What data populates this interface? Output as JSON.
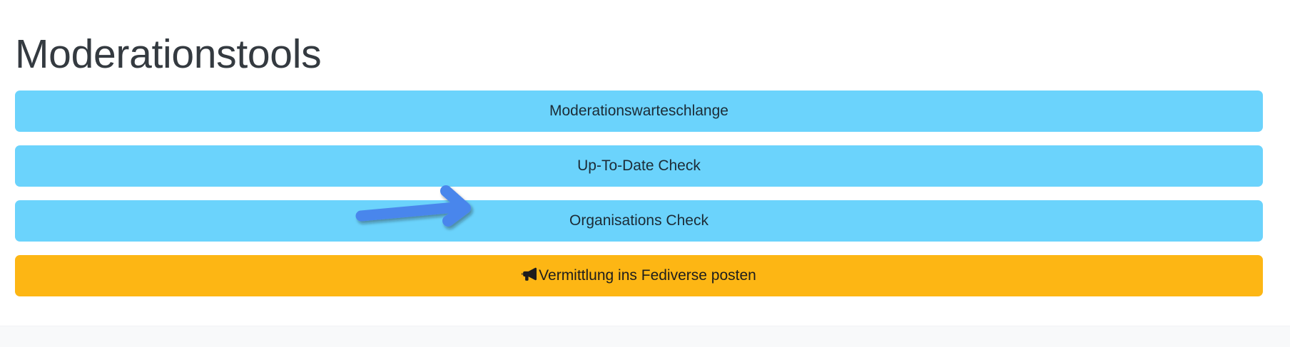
{
  "page": {
    "title": "Moderationstools",
    "title_color": "#343a40",
    "background_color": "#ffffff",
    "footer_color": "#f8f9fa"
  },
  "buttons": [
    {
      "label": "Moderationswarteschlange",
      "style": "info",
      "background_color": "#6bd3fc",
      "text_color": "#1c2b36",
      "icon": null
    },
    {
      "label": "Up-To-Date Check",
      "style": "info",
      "background_color": "#6bd3fc",
      "text_color": "#1c2b36",
      "icon": null
    },
    {
      "label": "Organisations Check",
      "style": "info",
      "background_color": "#6bd3fc",
      "text_color": "#1c2b36",
      "icon": null
    },
    {
      "label": "Vermittlung ins Fediverse posten",
      "style": "warning",
      "background_color": "#fdb614",
      "text_color": "#1d1d1d",
      "icon": "bullhorn-icon"
    }
  ],
  "annotation": {
    "type": "arrow",
    "points_to": "Organisations Check",
    "color": "#4a86ec",
    "direction": "right"
  }
}
